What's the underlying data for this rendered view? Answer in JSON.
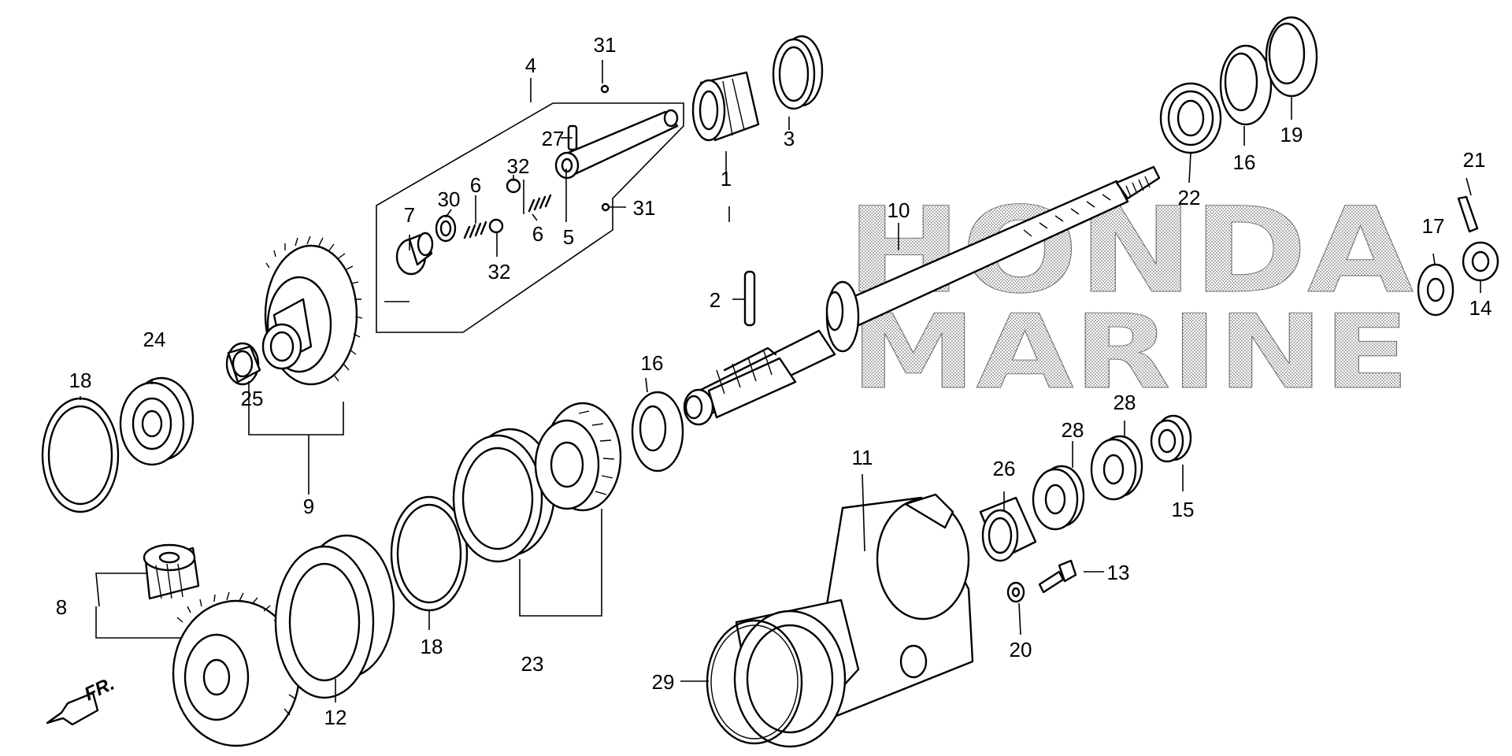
{
  "watermark": {
    "line1": "HONDA",
    "line2": "MARINE"
  },
  "direction_label": "FR.",
  "callouts": [
    {
      "id": "c1",
      "label": "1"
    },
    {
      "id": "c2",
      "label": "2"
    },
    {
      "id": "c3",
      "label": "3"
    },
    {
      "id": "c4",
      "label": "4"
    },
    {
      "id": "c5",
      "label": "5"
    },
    {
      "id": "c6a",
      "label": "6"
    },
    {
      "id": "c6b",
      "label": "6"
    },
    {
      "id": "c7",
      "label": "7"
    },
    {
      "id": "c8",
      "label": "8"
    },
    {
      "id": "c9",
      "label": "9"
    },
    {
      "id": "c10",
      "label": "10"
    },
    {
      "id": "c11",
      "label": "11"
    },
    {
      "id": "c12",
      "label": "12"
    },
    {
      "id": "c13",
      "label": "13"
    },
    {
      "id": "c14",
      "label": "14"
    },
    {
      "id": "c15",
      "label": "15"
    },
    {
      "id": "c16a",
      "label": "16"
    },
    {
      "id": "c16b",
      "label": "16"
    },
    {
      "id": "c17",
      "label": "17"
    },
    {
      "id": "c18a",
      "label": "18"
    },
    {
      "id": "c18b",
      "label": "18"
    },
    {
      "id": "c19",
      "label": "19"
    },
    {
      "id": "c20",
      "label": "20"
    },
    {
      "id": "c21",
      "label": "21"
    },
    {
      "id": "c22",
      "label": "22"
    },
    {
      "id": "c23",
      "label": "23"
    },
    {
      "id": "c24",
      "label": "24"
    },
    {
      "id": "c25",
      "label": "25"
    },
    {
      "id": "c26",
      "label": "26"
    },
    {
      "id": "c27",
      "label": "27"
    },
    {
      "id": "c28a",
      "label": "28"
    },
    {
      "id": "c28b",
      "label": "28"
    },
    {
      "id": "c29",
      "label": "29"
    },
    {
      "id": "c30",
      "label": "30"
    },
    {
      "id": "c31a",
      "label": "31"
    },
    {
      "id": "c31b",
      "label": "31"
    },
    {
      "id": "c32a",
      "label": "32"
    },
    {
      "id": "c32b",
      "label": "32"
    }
  ]
}
